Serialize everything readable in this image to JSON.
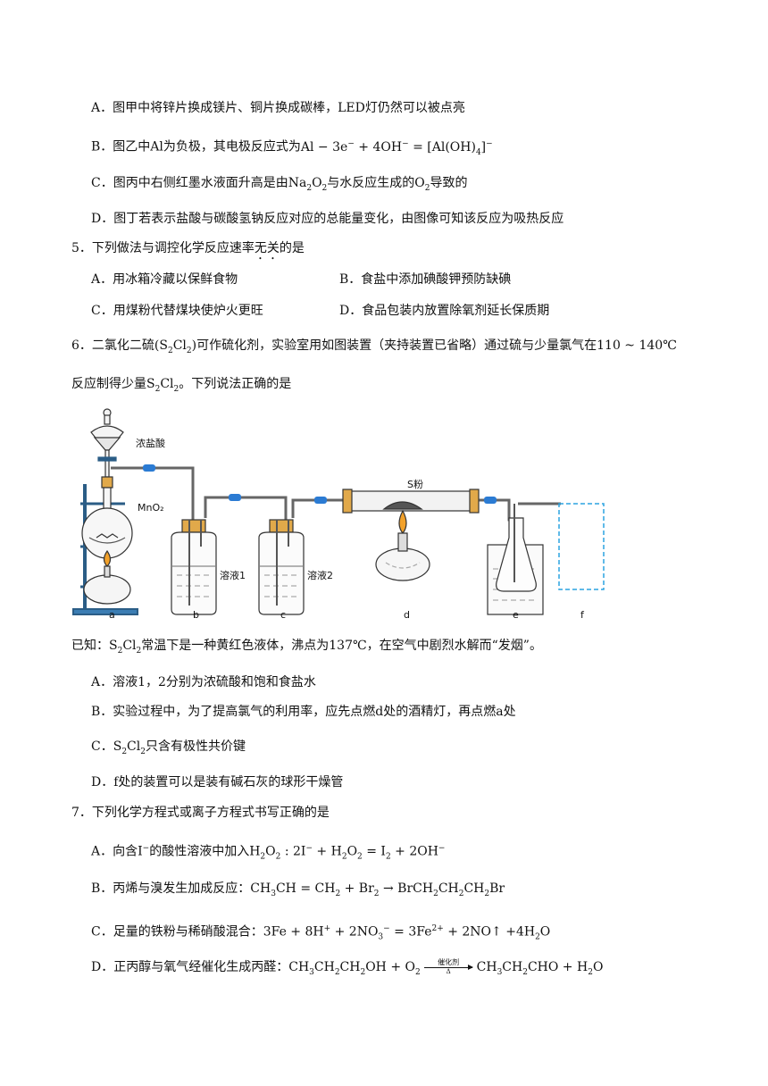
{
  "q4": {
    "A": "A．图甲中将锌片换成镁片、铜片换成碳棒，LED灯仍然可以被点亮",
    "B_pre": "B．图乙中Al为负极，其电极反应式为",
    "B_eq1": "Al − 3e",
    "B_eq2": " + 4OH",
    "B_eq3": " = [Al(OH)",
    "B_eq4": "]",
    "C_pre": "C．图丙中右侧红墨水液面升高是由",
    "C_mid": "与水反应生成的",
    "C_post": "导致的",
    "D": "D．图丁若表示盐酸与碳酸氢钠反应对应的总能量变化，由图像可知该反应为吸热反应"
  },
  "q5": {
    "stem_pre": "5．下列做法与调控化学反应速率",
    "stem_em": "无关",
    "stem_post": "的是",
    "A": "A．用冰箱冷藏以保鲜食物",
    "B": "B．食盐中添加碘酸钾预防缺碘",
    "C": "C．用煤粉代替煤块使炉火更旺",
    "D": "D．食品包装内放置除氧剂延长保质期"
  },
  "q6": {
    "stem1_pre": "6．二氯化二硫",
    "stem1_mid": "可作硫化剂，实验室用如图装置（夹持装置已省略）通过硫与少量氯气在",
    "stem1_temp": "110 ~ 140℃",
    "stem2_pre": "反应制得少量",
    "stem2_post": "。下列说法正确的是",
    "fig": {
      "hcl": "浓盐酸",
      "mno2": "MnO₂",
      "sol1": "溶液1",
      "sol2": "溶液2",
      "s": "S粉",
      "a": "a",
      "b": "b",
      "c": "c",
      "d": "d",
      "e": "e",
      "f": "f"
    },
    "known_pre": "已知：",
    "known_post": "常温下是一种黄红色液体，沸点为137℃，在空气中剧烈水解而“发烟”。",
    "A": "A．溶液1，2分别为浓硫酸和饱和食盐水",
    "B": "B．实验过程中，为了提高氯气的利用率，应先点燃d处的酒精灯，再点燃a处",
    "C_post": "只含有极性共价键",
    "D": "D．f处的装置可以是装有碱石灰的球形干燥管"
  },
  "q7": {
    "stem": "7．下列化学方程式或离子方程式书写正确的是",
    "A_pre": "A．向含",
    "A_mid": "的酸性溶液中加入",
    "B_pre": "B．丙烯与溴发生加成反应：",
    "C_pre": "C．足量的铁粉与稀硝酸混合：",
    "D_pre": "D．正丙醇与氧气经催化生成丙醛：",
    "D_cat": "催化剂",
    "D_heat": "Δ"
  }
}
